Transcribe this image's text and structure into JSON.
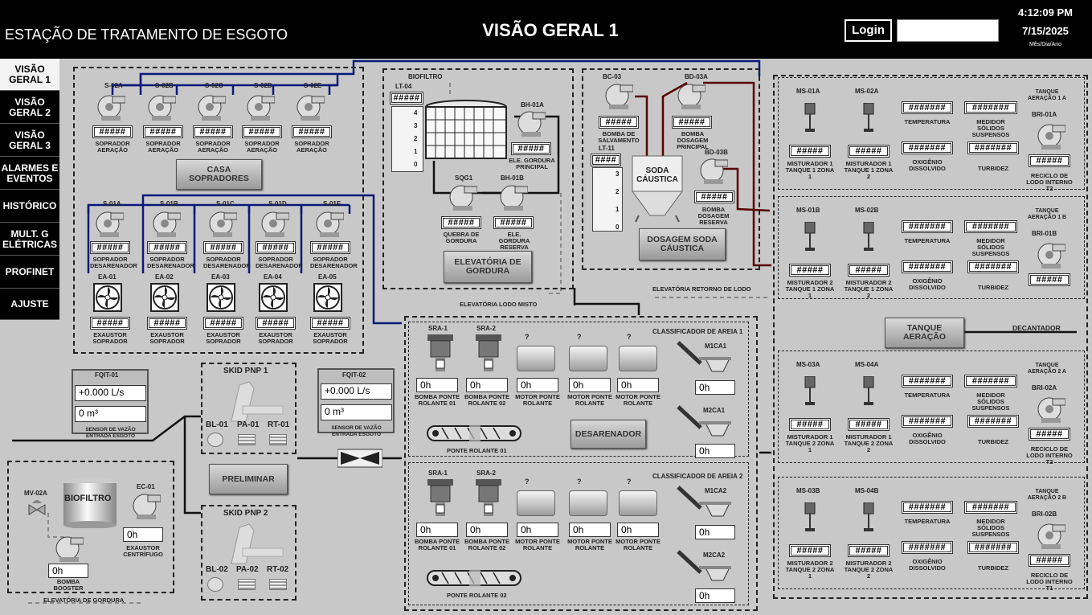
{
  "header": {
    "app_title": "ESTAÇÃO DE TRATAMENTO DE ESGOTO",
    "screen_title": "VISÃO GERAL 1",
    "login_label": "Login",
    "time": "4:12:09 PM",
    "date": "7/15/2025",
    "date_format": "Mês/Dia/Ano"
  },
  "nav": [
    "VISÃO GERAL 1",
    "VISÃO GERAL 2",
    "VISÃO GERAL 3",
    "ALARMES E EVENTOS",
    "HISTÓRICO",
    "MULT. G ELÉTRICAS",
    "PROFINET",
    "AJUSTE"
  ],
  "hash5": "#####",
  "hash4": "####",
  "hash7": "#######",
  "blowers_aer": {
    "tags": [
      "S-02A",
      "S-02B",
      "S-02C",
      "S-02D",
      "S-02E"
    ],
    "label": "SOPRADOR AERAÇÃO"
  },
  "casa_label": "CASA SOPRADORES",
  "blowers_des": {
    "tags": [
      "S-01A",
      "S-01B",
      "S-01C",
      "S-01D",
      "S-01E"
    ],
    "label": "SOPRADOR DESARENADOR"
  },
  "exhausts": {
    "tags": [
      "EA-01",
      "EA-02",
      "EA-03",
      "EA-04",
      "EA-05"
    ],
    "label": "EXAUSTOR SOPRADOR"
  },
  "biofiltro": {
    "title": "BIOFILTRO",
    "lt": "LT-04",
    "scale": [
      "4",
      "3",
      "2",
      "1",
      "0"
    ],
    "bh01a": "BH-01A",
    "bh01a_label": "ELE. GORDURA PRINCIPAL",
    "bh01b": "BH-01B",
    "bh01b_label": "ELE. GORDURA RESERVA",
    "sqg1": "SQG1",
    "sqg1_label": "QUEBRA DE GORDURA",
    "btn": "ELEVATÓRIA DE GORDURA",
    "lodo": "ELEVATÓRIA LODO MISTO"
  },
  "soda": {
    "bc03": "BC-03",
    "bc03_label": "BOMBA DE SALVAMENTO",
    "bd03a": "BD-03A",
    "bd03a_label": "BOMBA DOSAGEM PRINCIPAL",
    "bd03b": "BD-03B",
    "bd03b_label": "BOMBA DOSAGEM RESERVA",
    "lt11": "LT-11",
    "scale": [
      "3",
      "2",
      "1",
      "0"
    ],
    "tank": "SODA CÁUSTICA",
    "btn": "DOSAGEM SODA CÁUSTICA",
    "retorno": "ELEVATÓRIA RETORNO DE LODO"
  },
  "fqit01": {
    "tag": "FQIT-01",
    "flow": "+0.000 L/s",
    "vol": "0 m³",
    "label": "SENSOR DE VAZÃO ENTRADA ESGOTO"
  },
  "fqit02": {
    "tag": "FQIT-02",
    "flow": "+0.000 L/s",
    "vol": "0 m³",
    "label": "SENSOR DE VAZÃO ENTRADA ESGOTO"
  },
  "skid1": {
    "title": "SKID PNP 1",
    "items": [
      "BL-01",
      "PA-01",
      "RT-01"
    ]
  },
  "skid2": {
    "title": "SKID PNP 2",
    "items": [
      "BL-02",
      "PA-02",
      "RT-02"
    ]
  },
  "preliminar": "PRELIMINAR",
  "bio2": {
    "mv": "MV-02A",
    "title": "BIOFILTRO",
    "ec": "EC-01",
    "ec_val": "0h",
    "ec_label": "EXAUSTOR CENTRÍFUGO",
    "bomba_val": "0h",
    "bomba_label": "BOMBA BOOSTER",
    "foot": "ELEVATÓRIA DE GORDURA"
  },
  "classif1": {
    "title": "CLASSIFICADOR DE AREIA 1",
    "sra": [
      "SRA-1",
      "SRA-2"
    ],
    "vals": [
      "0h",
      "0h",
      "0h",
      "0h",
      "0h"
    ],
    "labels": [
      "BOMBA PONTE ROLANTE 01",
      "BOMBA PONTE ROLANTE 02",
      "MOTOR PONTE ROLANTE",
      "MOTOR PONTE ROLANTE",
      "MOTOR PONTE ROLANTE"
    ],
    "q": "?",
    "m1": "M1CA1",
    "m1_val": "0h",
    "m2": "M2CA1",
    "m2_val": "0h",
    "ponte": "PONTE ROLANTE 01"
  },
  "classif2": {
    "title": "CLASSIFICADOR DE AREIA 2",
    "sra": [
      "SRA-1",
      "SRA-2"
    ],
    "vals": [
      "0h",
      "0h",
      "0h",
      "0h",
      "0h"
    ],
    "labels": [
      "BOMBA PONTE ROLANTE 01",
      "BOMBA PONTE ROLANTE 02",
      "MOTOR PONTE ROLANTE",
      "MOTOR PONTE ROLANTE",
      "MOTOR PONTE ROLANTE"
    ],
    "q": "?",
    "m1": "M1CA2",
    "m1_val": "0h",
    "m2": "M2CA2",
    "m2_val": "0h",
    "ponte": "PONTE ROLANTE 02"
  },
  "desarenador": "DESARENADOR",
  "tanque_btn": "TANQUE AERAÇÃO",
  "decantador": "DECANTADOR",
  "aer": [
    {
      "m1": "MS-01A",
      "m2": "MS-02A",
      "l1": "MISTURADOR 1 TANQUE 1 ZONA 1",
      "l2": "MISTURADOR 1 TANQUE 1 ZONA 2",
      "tank": "TANQUE AERAÇÃO 1 A",
      "bri": "BRI-01A",
      "bri_label": "RECICLO DE LODO INTERNO T2"
    },
    {
      "m1": "MS-01B",
      "m2": "MS-02B",
      "l1": "MISTURADOR 2 TANQUE 1 ZONA 1",
      "l2": "MISTURADOR 2 TANQUE 1 ZONA 2",
      "tank": "TANQUE AERAÇÃO 1 B",
      "bri": "BRI-01B",
      "bri_label": ""
    },
    {
      "m1": "MS-03A",
      "m2": "MS-04A",
      "l1": "MISTURADOR 1 TANQUE 2 ZONA 1",
      "l2": "MISTURADOR 1 TANQUE 2 ZONA 2",
      "tank": "TANQUE AERAÇÃO 2 A",
      "bri": "BRI-02A",
      "bri_label": "RECICLO DE LODO INTERNO T2"
    },
    {
      "m1": "MS-03B",
      "m2": "MS-04B",
      "l1": "MISTURADOR 2 TANQUE 2 ZONA 1",
      "l2": "MISTURADOR 2 TANQUE 2 ZONA 2",
      "tank": "TANQUE AERAÇÃO 2 B",
      "bri": "BRI-02B",
      "bri_label": "RECICLO DE LODO INTERNO T1"
    }
  ],
  "sensors": {
    "temp": "TEMPERATURA",
    "solids": "MEDIDOR SÓLIDOS SUSPENSOS",
    "o2": "OXIGÊNIO DISSOLVIDO",
    "turb": "TURBIDEZ"
  }
}
